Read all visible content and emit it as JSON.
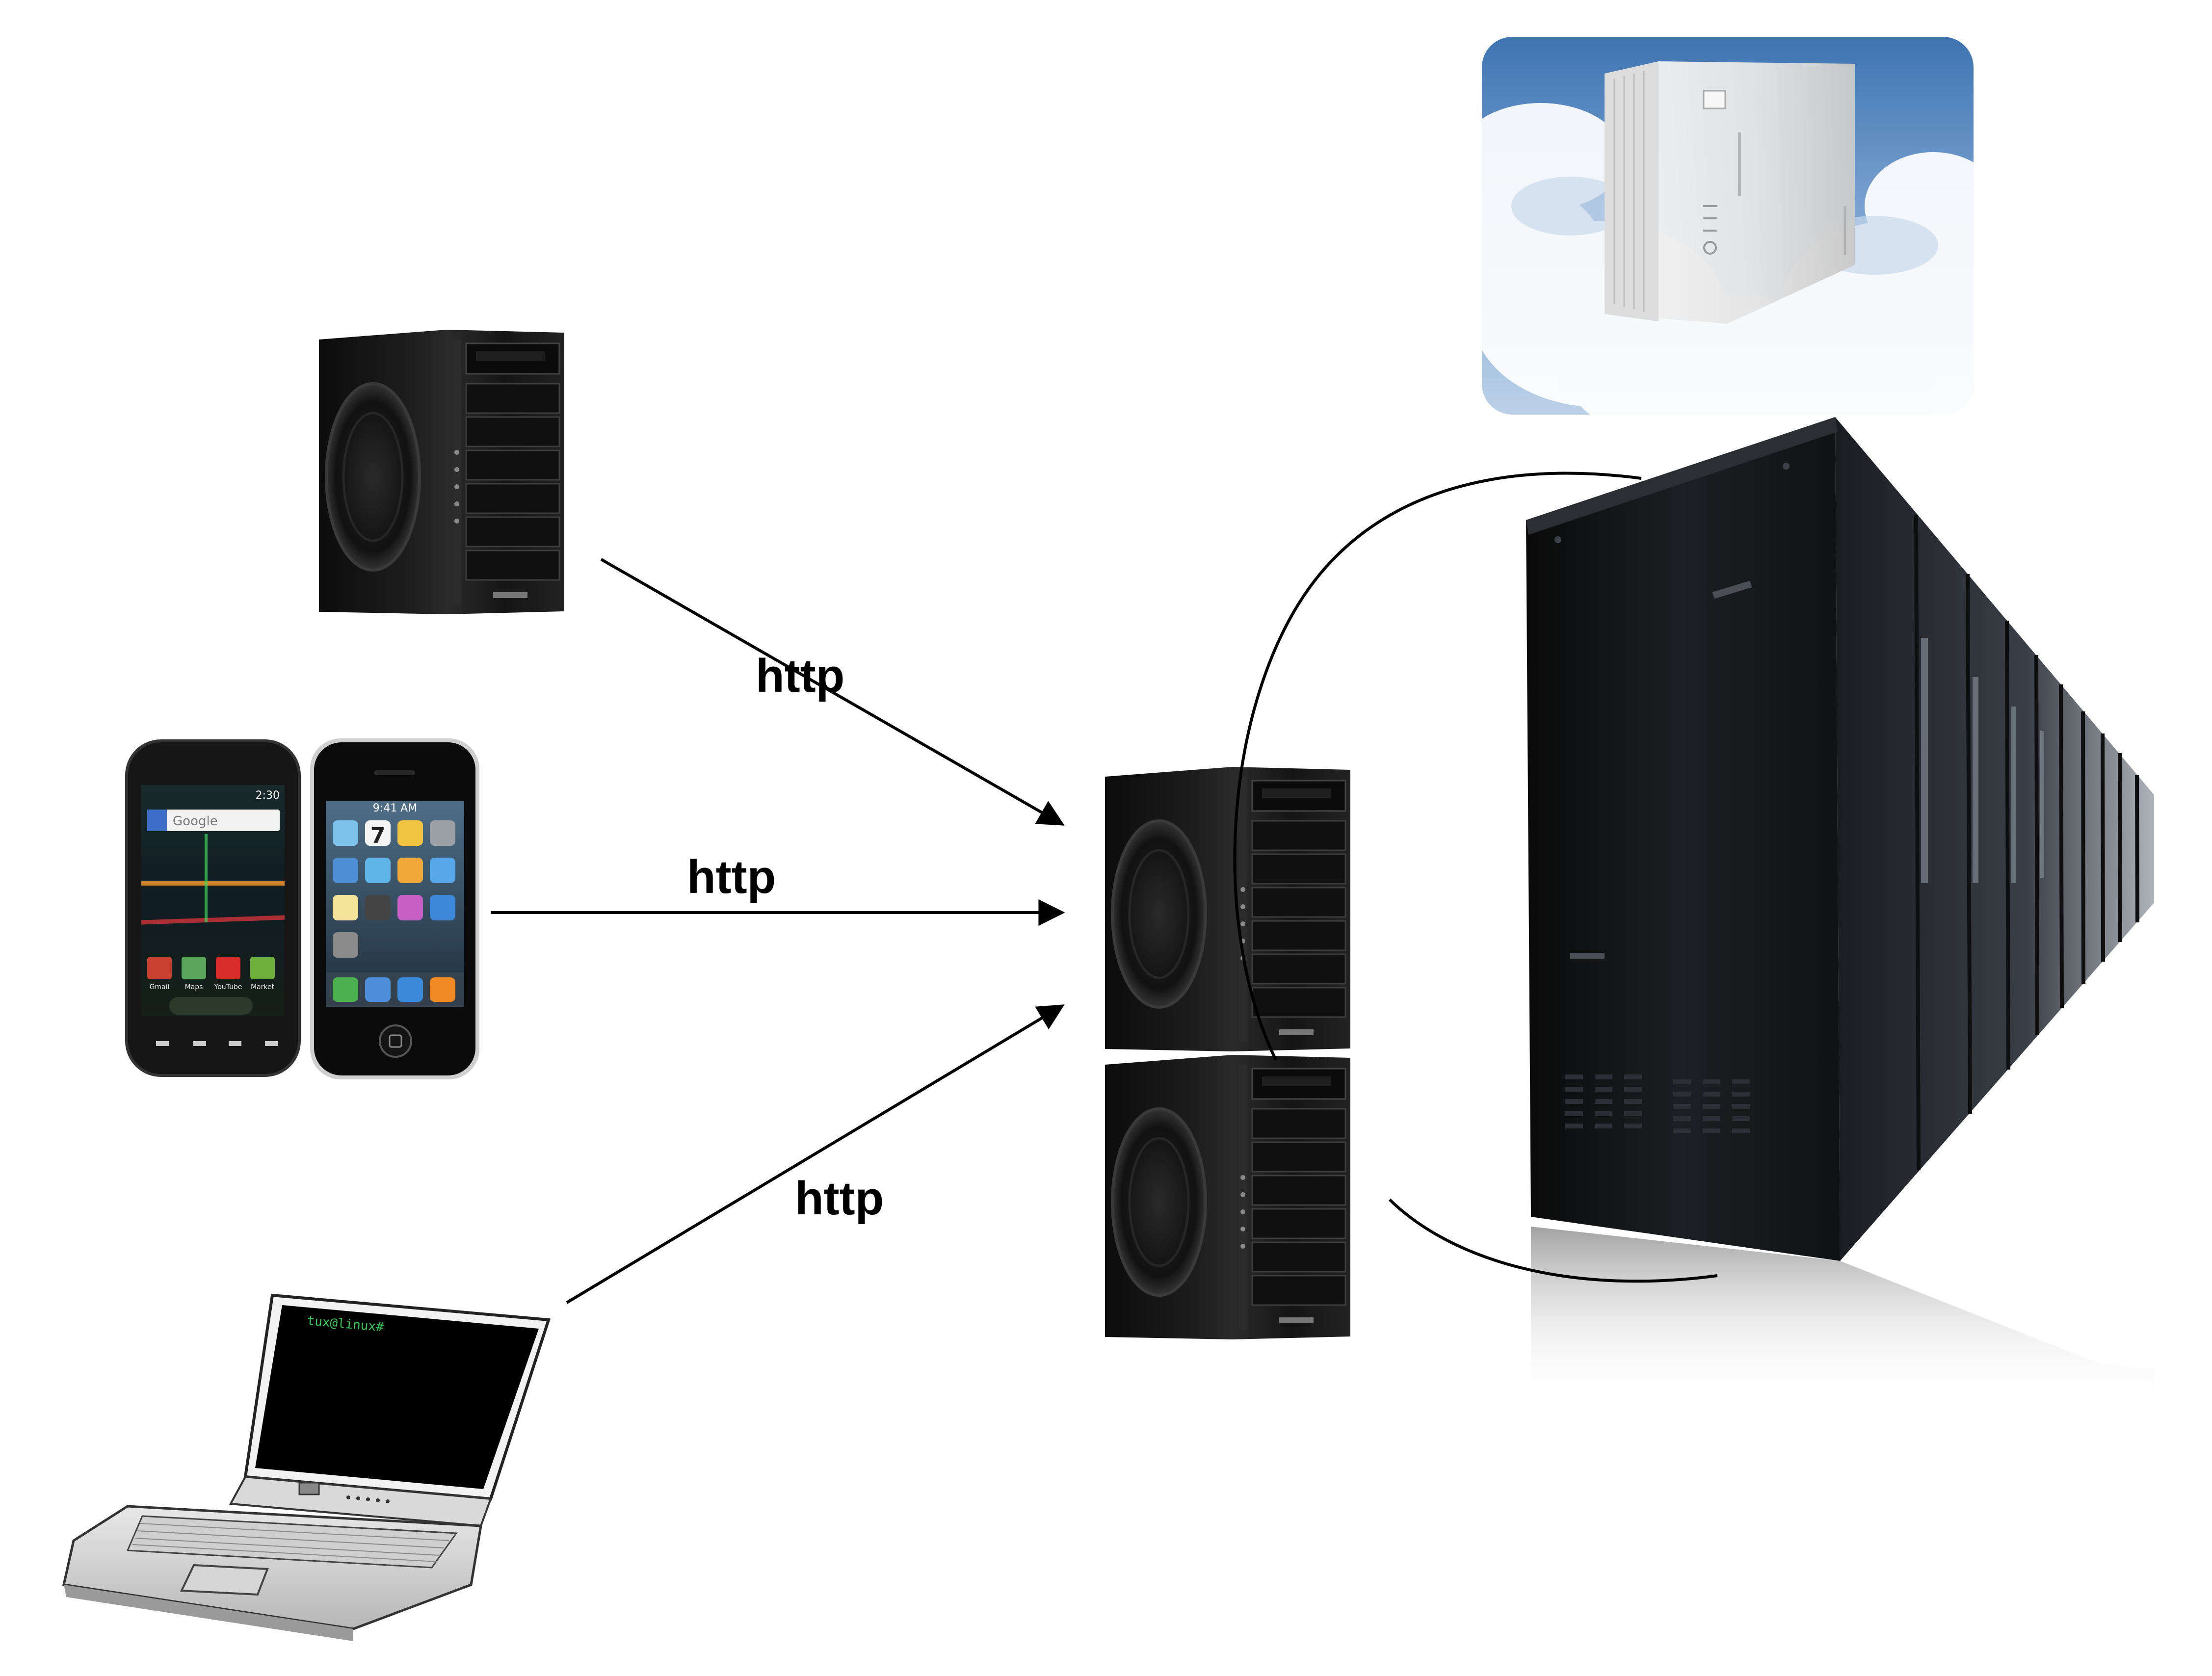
{
  "connections": [
    {
      "from": "desktop-server",
      "label": "http"
    },
    {
      "from": "smartphones",
      "label": "http"
    },
    {
      "from": "laptop",
      "label": "http"
    }
  ],
  "laptop": {
    "terminal_prompt": "tux@linux#"
  },
  "android_phone": {
    "clock": "2:30",
    "search_placeholder": "Google",
    "dock_apps": [
      "Gmail",
      "Maps",
      "YouTube",
      "Market"
    ]
  },
  "iphone": {
    "clock": "9:41 AM",
    "calendar_day": "7"
  },
  "icons": {
    "desktop_server": "tower-server-icon",
    "smartphones": "smartphone-icon",
    "laptop": "laptop-icon",
    "web_servers": "server-stack-icon",
    "cloud_server": "cloud-server-icon",
    "datacenter": "server-rack-icon"
  },
  "colors": {
    "arrow": "#000000",
    "server_body": "#151515",
    "sky": "#5f8fc4",
    "terminal_text": "#37c85a"
  }
}
